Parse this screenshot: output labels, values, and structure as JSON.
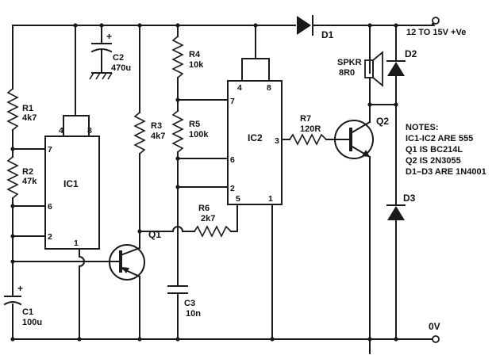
{
  "supply": {
    "label": "12 TO 15V +Ve",
    "ground_label": "0V"
  },
  "components": {
    "r1": {
      "ref": "R1",
      "value": "4k7"
    },
    "r2": {
      "ref": "R2",
      "value": "47k"
    },
    "r3": {
      "ref": "R3",
      "value": "4k7"
    },
    "r4": {
      "ref": "R4",
      "value": "10k"
    },
    "r5": {
      "ref": "R5",
      "value": "100k"
    },
    "r6": {
      "ref": "R6",
      "value": "2k7"
    },
    "r7": {
      "ref": "R7",
      "value": "120R"
    },
    "c1": {
      "ref": "C1",
      "value": "100u",
      "polarity": "+"
    },
    "c2": {
      "ref": "C2",
      "value": "470u",
      "polarity": "+"
    },
    "c3": {
      "ref": "C3",
      "value": "10n"
    },
    "ic1": {
      "ref": "IC1",
      "pins": [
        "4",
        "8",
        "7",
        "6",
        "2",
        "1"
      ]
    },
    "ic2": {
      "ref": "IC2",
      "pins": [
        "4",
        "8",
        "7",
        "6",
        "2",
        "5",
        "1",
        "3"
      ]
    },
    "q1": {
      "ref": "Q1"
    },
    "q2": {
      "ref": "Q2"
    },
    "d1": {
      "ref": "D1"
    },
    "d2": {
      "ref": "D2"
    },
    "d3": {
      "ref": "D3"
    },
    "spkr": {
      "ref": "SPKR",
      "value": "8R0"
    }
  },
  "notes": {
    "title": "NOTES:",
    "lines": [
      "IC1-IC2 ARE 555",
      "Q1 IS BC214L",
      "Q2 IS 2N3055",
      "D1–D3 ARE 1N4001"
    ]
  }
}
